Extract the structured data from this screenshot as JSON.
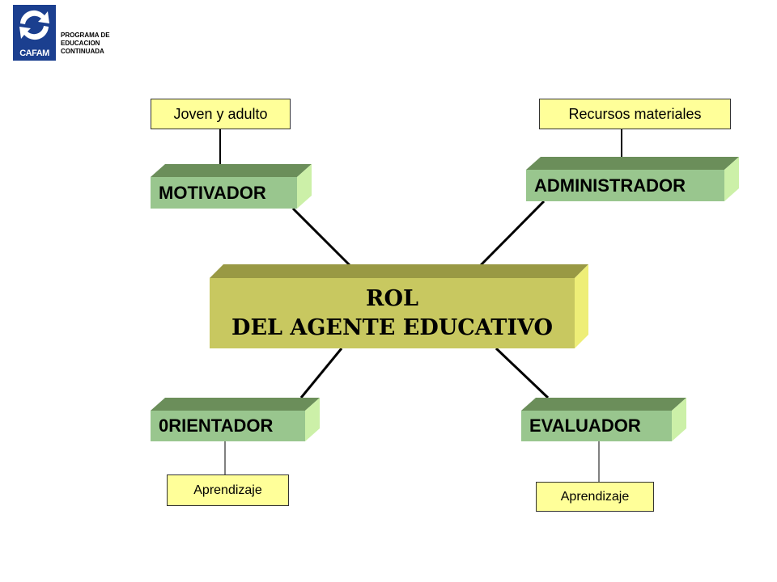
{
  "logo": {
    "wordmark": "CAFAM",
    "program_lines": [
      "PROGRAMA DE",
      "EDUCACION",
      "CONTINUADA"
    ]
  },
  "center": {
    "line1": "ROL",
    "line2": "DEL AGENTE EDUCATIVO"
  },
  "roles": {
    "motivador": "MOTIVADOR",
    "administrador": "ADMINISTRADOR",
    "orientador": "0RIENTADOR",
    "evaluador": "EVALUADOR"
  },
  "labels": {
    "motivador": "Joven y adulto",
    "administrador": "Recursos materiales",
    "orientador": "Aprendizaje",
    "evaluador": "Aprendizaje"
  },
  "colors": {
    "logo_blue": "#1b3f8f",
    "label_fill": "#ffff99",
    "role_front": "#99c68e",
    "role_top": "#6b8e5a",
    "role_side": "#ccf0a8",
    "center_front": "#c8c860",
    "center_top": "#999944",
    "center_side": "#eeee77"
  }
}
